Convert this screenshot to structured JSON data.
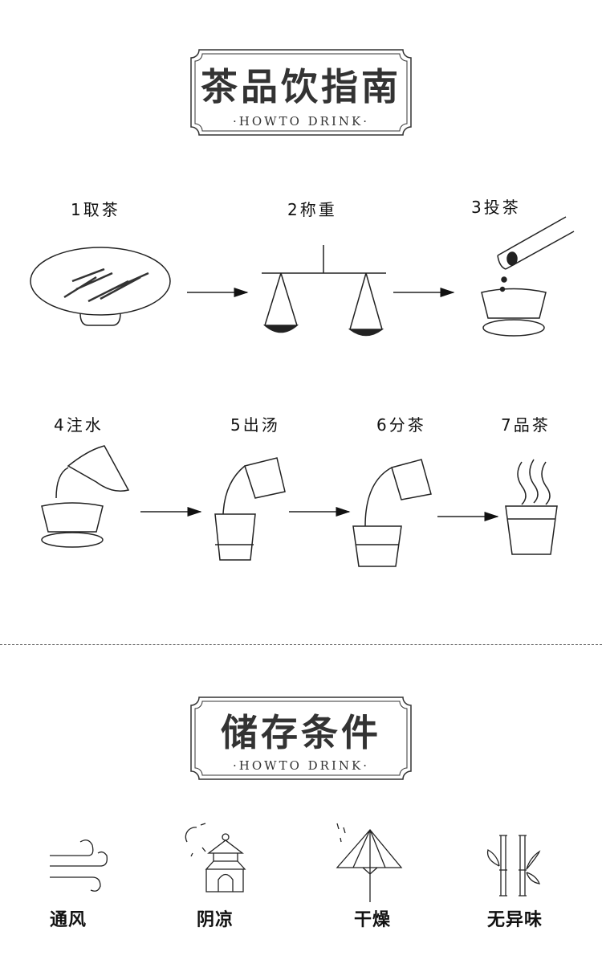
{
  "guide": {
    "title": "茶品饮指南",
    "subtitle": "·HOWTO DRINK·",
    "steps": [
      {
        "label": "1取茶",
        "icon": "tea-plate-icon"
      },
      {
        "label": "2称重",
        "icon": "balance-scale-icon"
      },
      {
        "label": "3投茶",
        "icon": "tea-scoop-gaiwan-icon"
      },
      {
        "label": "4注水",
        "icon": "kettle-pour-icon"
      },
      {
        "label": "5出汤",
        "icon": "pour-pitcher-icon"
      },
      {
        "label": "6分茶",
        "icon": "pour-cup-icon"
      },
      {
        "label": "7品茶",
        "icon": "steaming-cup-icon"
      }
    ]
  },
  "storage": {
    "title": "储存条件",
    "subtitle": "·HOWTO DRINK·",
    "items": [
      {
        "label": "通风",
        "icon": "wind-icon"
      },
      {
        "label": "阴凉",
        "icon": "pavilion-shade-icon"
      },
      {
        "label": "干燥",
        "icon": "umbrella-icon"
      },
      {
        "label": "无异味",
        "icon": "bamboo-icon"
      }
    ]
  }
}
